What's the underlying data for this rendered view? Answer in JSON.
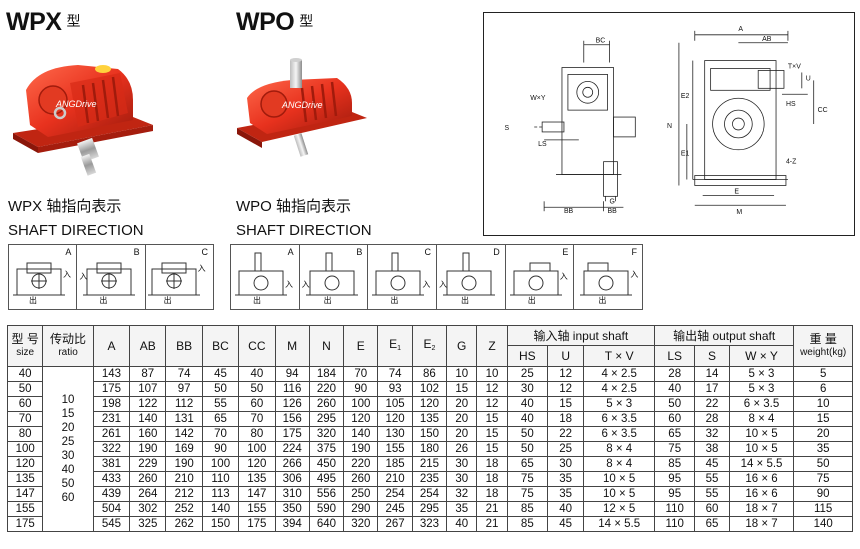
{
  "titles": {
    "wpx_model": "WPX",
    "wpx_suffix": "型",
    "wpo_model": "WPO",
    "wpo_suffix": "型"
  },
  "products": {
    "brand": "ANGDrive",
    "wpx_color": "#e8321e",
    "wpo_color": "#e8321e"
  },
  "captions": {
    "wpx_line1": "WPX 轴指向表示",
    "wpx_line2": "SHAFT   DIRECTION",
    "wpo_line1": "WPO 轴指向表示",
    "wpo_line2": "SHAFT   DIRECTION"
  },
  "directions": {
    "wpx": [
      {
        "letter": "A",
        "in": "入",
        "out": "出"
      },
      {
        "letter": "B",
        "in": "入",
        "out": "出"
      },
      {
        "letter": "C",
        "in": "入",
        "out": "出"
      }
    ],
    "wpo": [
      {
        "letter": "A",
        "in": "入",
        "out": "出"
      },
      {
        "letter": "B",
        "in": "入",
        "out": "出"
      },
      {
        "letter": "C",
        "in": "入",
        "out": "出"
      },
      {
        "letter": "D",
        "in": "入",
        "out": "出"
      },
      {
        "letter": "E",
        "in": "入",
        "out": "出"
      },
      {
        "letter": "F",
        "in": "入",
        "out": "出"
      }
    ]
  },
  "drawing_labels": {
    "A": "A",
    "AB": "AB",
    "BC": "BC",
    "BB1": "BB",
    "BB2": "BB",
    "E": "E",
    "M": "M",
    "N": "N",
    "E1": "E1",
    "E2": "E2",
    "G": "G",
    "LS": "LS",
    "HS": "HS",
    "CC": "CC",
    "U": "U",
    "TV": "T×V",
    "WY": "W×Y",
    "S": "S",
    "Z": "4-Z"
  },
  "table": {
    "size_label": "型 号",
    "size_en": "size",
    "ratio_label": "传动比",
    "ratio_en": "ratio",
    "dims": [
      "A",
      "AB",
      "BB",
      "BC",
      "CC",
      "M",
      "N",
      "E",
      "E1",
      "E2",
      "G",
      "Z"
    ],
    "input_group": "输入轴 input  shaft",
    "input_cols": [
      "HS",
      "U",
      "T × V"
    ],
    "output_group": "输出轴 output shaft",
    "output_cols": [
      "LS",
      "S",
      "W × Y"
    ],
    "weight_label": "重 量",
    "weight_en": "weight(kg)",
    "ratios": [
      "10",
      "15",
      "20",
      "25",
      "30",
      "40",
      "50",
      "60"
    ],
    "rows": [
      [
        "40",
        "143",
        "87",
        "74",
        "45",
        "40",
        "94",
        "184",
        "70",
        "74",
        "86",
        "10",
        "10",
        "25",
        "12",
        "4 × 2.5",
        "28",
        "14",
        "5 × 3",
        "5"
      ],
      [
        "50",
        "175",
        "107",
        "97",
        "50",
        "50",
        "116",
        "220",
        "90",
        "93",
        "102",
        "15",
        "12",
        "30",
        "12",
        "4 × 2.5",
        "40",
        "17",
        "5 × 3",
        "6"
      ],
      [
        "60",
        "198",
        "122",
        "112",
        "55",
        "60",
        "126",
        "260",
        "100",
        "105",
        "120",
        "20",
        "12",
        "40",
        "15",
        "5 × 3",
        "50",
        "22",
        "6 × 3.5",
        "10"
      ],
      [
        "70",
        "231",
        "140",
        "131",
        "65",
        "70",
        "156",
        "295",
        "120",
        "120",
        "135",
        "20",
        "15",
        "40",
        "18",
        "6 × 3.5",
        "60",
        "28",
        "8 × 4",
        "15"
      ],
      [
        "80",
        "261",
        "160",
        "142",
        "70",
        "80",
        "175",
        "320",
        "140",
        "130",
        "150",
        "20",
        "15",
        "50",
        "22",
        "6 × 3.5",
        "65",
        "32",
        "10 × 5",
        "20"
      ],
      [
        "100",
        "322",
        "190",
        "169",
        "90",
        "100",
        "224",
        "375",
        "190",
        "155",
        "180",
        "26",
        "15",
        "50",
        "25",
        "8 × 4",
        "75",
        "38",
        "10 × 5",
        "35"
      ],
      [
        "120",
        "381",
        "229",
        "190",
        "100",
        "120",
        "266",
        "450",
        "220",
        "185",
        "215",
        "30",
        "18",
        "65",
        "30",
        "8 × 4",
        "85",
        "45",
        "14 × 5.5",
        "50"
      ],
      [
        "135",
        "433",
        "260",
        "210",
        "110",
        "135",
        "306",
        "495",
        "260",
        "210",
        "235",
        "30",
        "18",
        "75",
        "35",
        "10 × 5",
        "95",
        "55",
        "16 × 6",
        "75"
      ],
      [
        "147",
        "439",
        "264",
        "212",
        "113",
        "147",
        "310",
        "556",
        "250",
        "254",
        "254",
        "32",
        "18",
        "75",
        "35",
        "10 × 5",
        "95",
        "55",
        "16 × 6",
        "90"
      ],
      [
        "155",
        "504",
        "302",
        "252",
        "140",
        "155",
        "350",
        "590",
        "290",
        "245",
        "295",
        "35",
        "21",
        "85",
        "40",
        "12 × 5",
        "110",
        "60",
        "18 × 7",
        "115"
      ],
      [
        "175",
        "545",
        "325",
        "262",
        "150",
        "175",
        "394",
        "640",
        "320",
        "267",
        "323",
        "40",
        "21",
        "85",
        "45",
        "14 × 5.5",
        "110",
        "65",
        "18 × 7",
        "140"
      ]
    ]
  }
}
